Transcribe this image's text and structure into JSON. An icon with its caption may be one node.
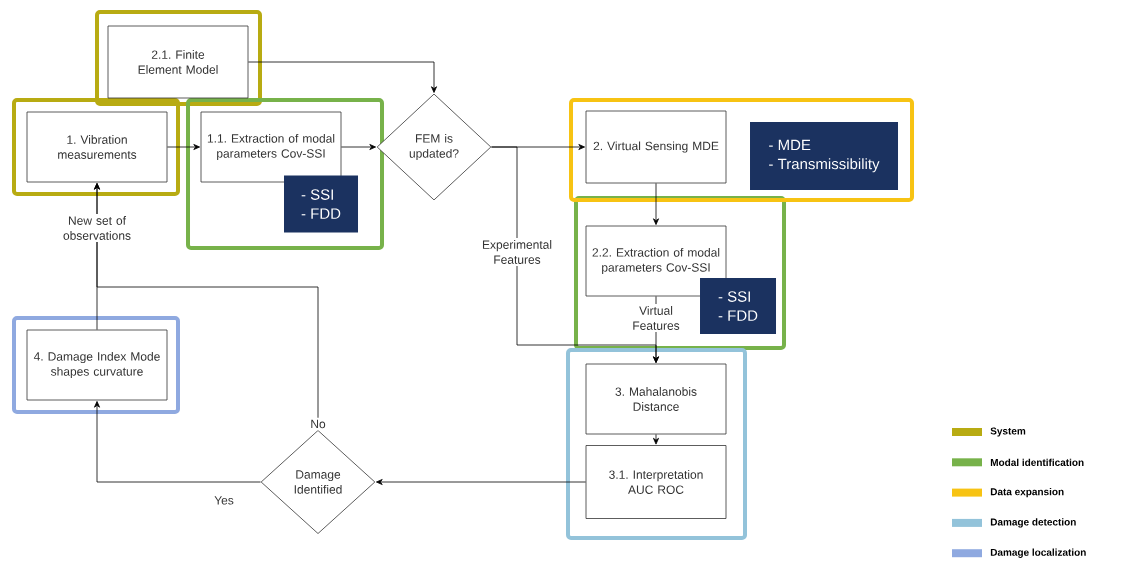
{
  "diagram": {
    "nodes": [
      {
        "text": [
          "2.1. Finite Element Model"
        ]
      },
      {
        "text": [
          "1. Vibration measurements"
        ]
      },
      {
        "text": [
          "1.1. Extraction of modal parameters Cov-SSI"
        ]
      },
      {
        "text": [
          "- SSI",
          "- FDD"
        ]
      },
      {
        "text": [
          "FEM is updated?"
        ]
      },
      {
        "text": [
          "2. Virtual Sensing MDE"
        ]
      },
      {
        "text": [
          "- MDE",
          "- Transmissibility"
        ]
      },
      {
        "text": [
          "2.2. Extraction of modal parameters Cov-SSI"
        ]
      },
      {
        "text": [
          "- SSI",
          "- FDD"
        ]
      },
      {
        "text": [
          "3. Mahalanobis Distance"
        ]
      },
      {
        "text": [
          "3.1. Interpretation AUC ROC"
        ]
      },
      {
        "text": [
          "4. Damage Index Mode shapes curvature"
        ]
      },
      {
        "text": [
          "Damage Identified"
        ]
      }
    ],
    "edges": [
      {
        "from": 0,
        "to": 4,
        "arrow": "to"
      },
      {
        "from": 1,
        "to": 2,
        "arrow": "to"
      },
      {
        "from": 2,
        "to": 4,
        "arrow": "to"
      },
      {
        "from": 4,
        "to": 5,
        "arrow": "to"
      },
      {
        "from": 4,
        "to": 9,
        "arrow": "to",
        "label": "Experimental Features"
      },
      {
        "from": 5,
        "to": 7,
        "arrow": "to"
      },
      {
        "from": 7,
        "to": 9,
        "arrow": "to",
        "label": "Virtual Features"
      },
      {
        "from": 9,
        "to": 10,
        "arrow": "to"
      },
      {
        "from": 10,
        "to": 12,
        "arrow": "to"
      },
      {
        "from": 12,
        "to": 11,
        "arrow": "to",
        "label": "Yes"
      },
      {
        "from": 12,
        "to": 1,
        "arrow": "to",
        "label": "No"
      },
      {
        "from": 11,
        "to": 1,
        "arrow": "to",
        "label": "New set of observations"
      }
    ],
    "legend": [
      {
        "text": "System",
        "color": "#b8ab12"
      },
      {
        "text": "Modal identification",
        "color": "#77b24a"
      },
      {
        "text": "Data expansion",
        "color": "#f7c313"
      },
      {
        "text": "Damage detection",
        "color": "#93c3da"
      },
      {
        "text": "Damage localization",
        "color": "#8fa9e0"
      }
    ]
  }
}
